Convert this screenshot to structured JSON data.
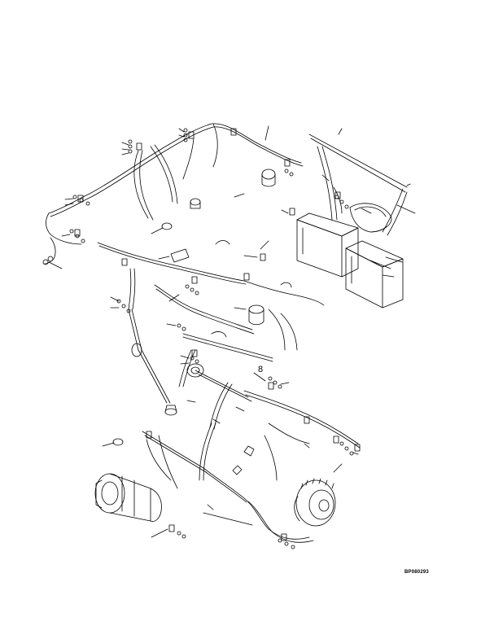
{
  "figure": {
    "reference_code": "BP080293",
    "callout_numbers": [
      "8"
    ],
    "line_color": "#000000",
    "background": "#ffffff"
  },
  "components": [
    "wiring-harness",
    "battery-left",
    "battery-right",
    "battery-cable",
    "starter-motor",
    "alternator",
    "connectors",
    "clips",
    "fasteners",
    "sensors"
  ]
}
